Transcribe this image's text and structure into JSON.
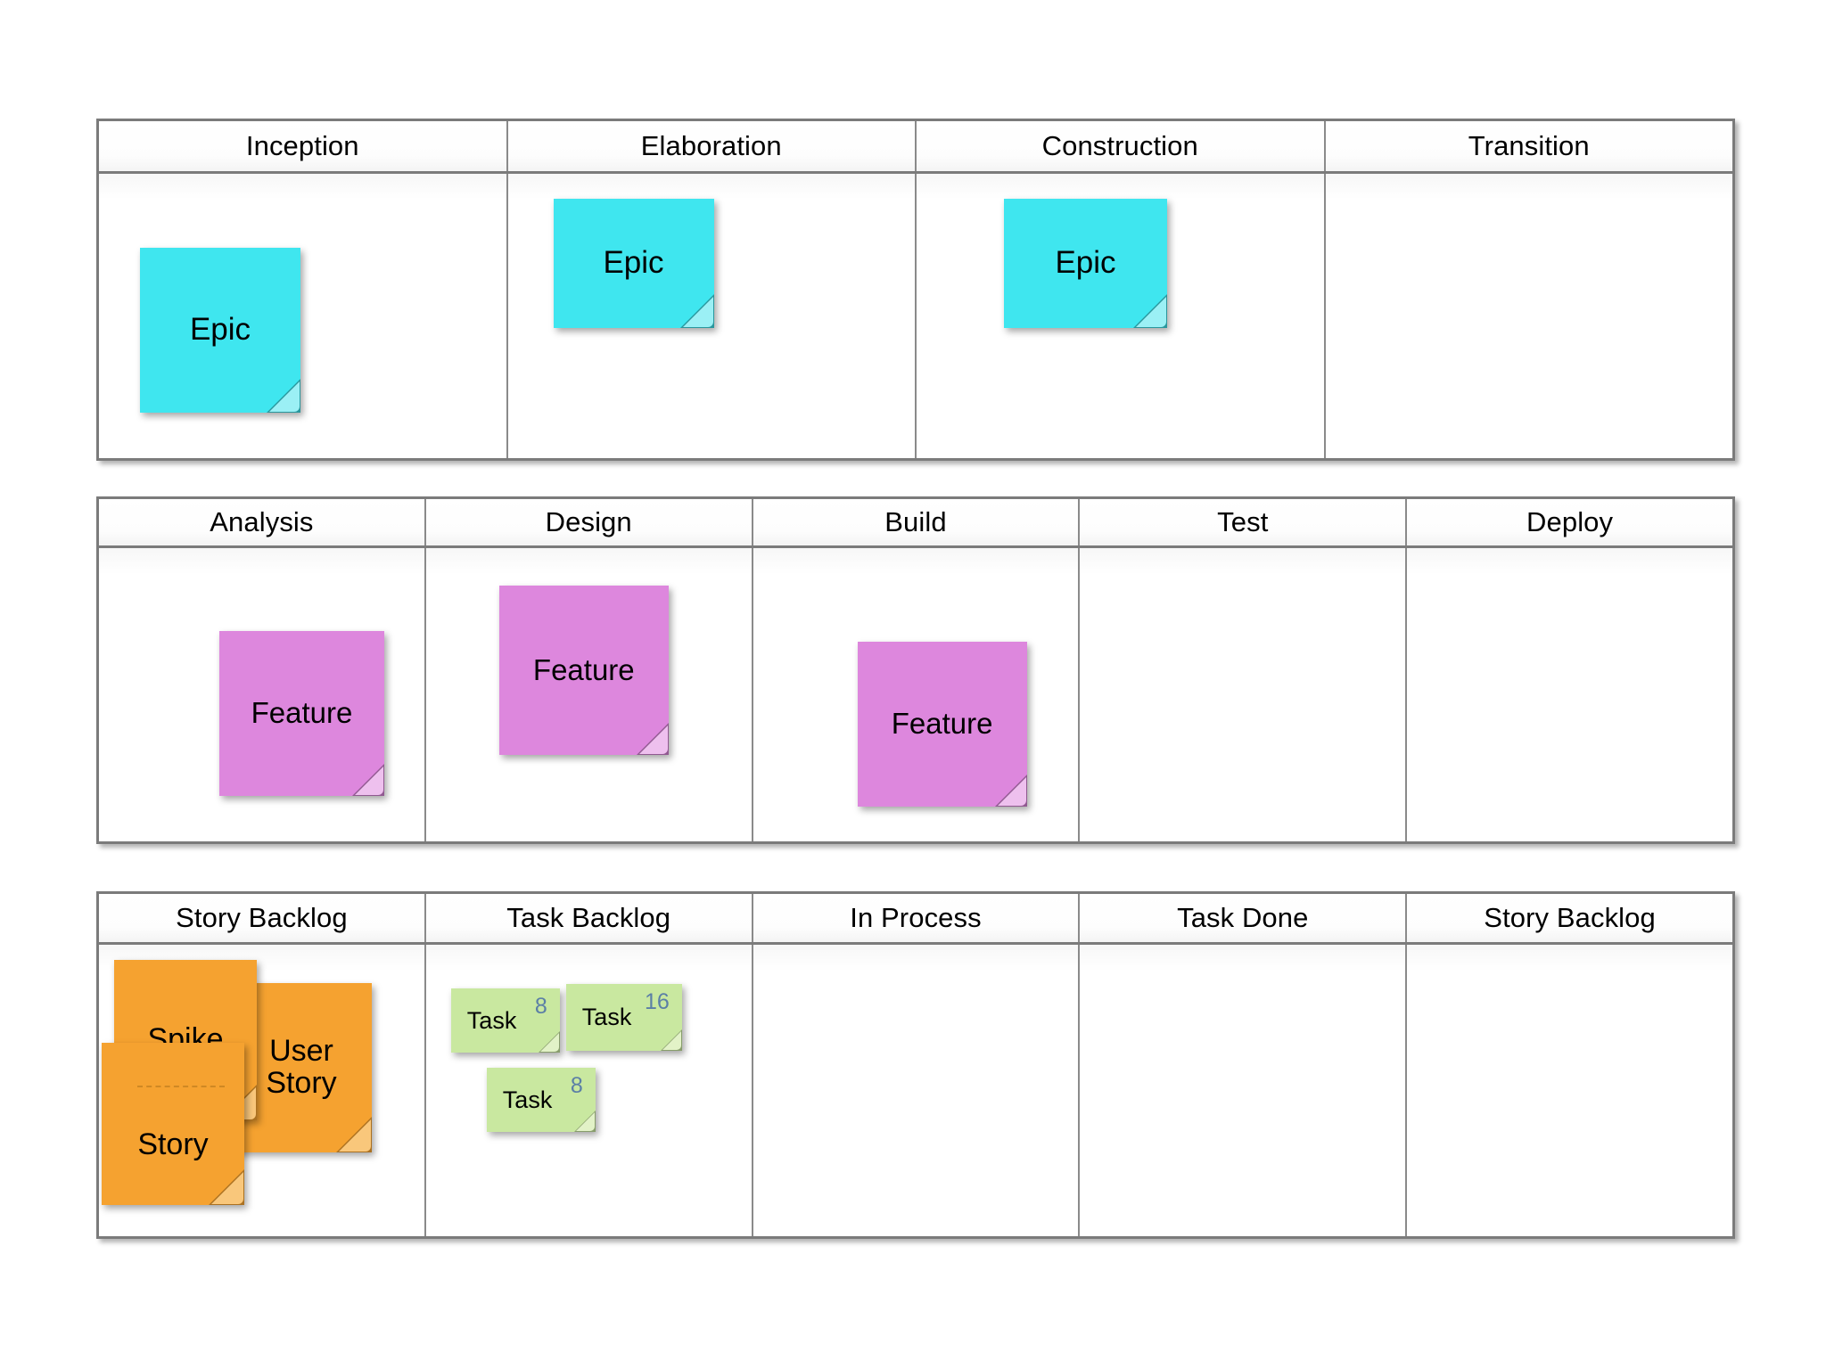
{
  "boards": {
    "phases": {
      "name": "phases-board",
      "columns": [
        {
          "label": "Inception"
        },
        {
          "label": "Elaboration"
        },
        {
          "label": "Construction"
        },
        {
          "label": "Transition"
        }
      ],
      "notes": [
        {
          "text": "Epic",
          "column": "Inception"
        },
        {
          "text": "Epic",
          "column": "Elaboration"
        },
        {
          "text": "Epic",
          "column": "Construction"
        }
      ]
    },
    "disciplines": {
      "name": "disciplines-board",
      "columns": [
        {
          "label": "Analysis"
        },
        {
          "label": "Design"
        },
        {
          "label": "Build"
        },
        {
          "label": "Test"
        },
        {
          "label": "Deploy"
        }
      ],
      "notes": [
        {
          "text": "Feature",
          "column": "Analysis"
        },
        {
          "text": "Feature",
          "column": "Design"
        },
        {
          "text": "Feature",
          "column": "Build"
        }
      ]
    },
    "workflow": {
      "name": "workflow-board",
      "columns": [
        {
          "label": "Story Backlog"
        },
        {
          "label": "Task Backlog"
        },
        {
          "label": "In Process"
        },
        {
          "label": "Task Done"
        },
        {
          "label": "Story Backlog"
        }
      ],
      "story_notes": [
        {
          "text": "Spike"
        },
        {
          "text": "User Story"
        },
        {
          "text": "Story"
        }
      ],
      "task_notes": [
        {
          "text": "Task",
          "points": "8"
        },
        {
          "text": "Task",
          "points": "16"
        },
        {
          "text": "Task",
          "points": "8"
        }
      ]
    }
  },
  "colors": {
    "epic": "#3fe6ef",
    "feature": "#dd87dd",
    "story": "#f5a230",
    "task": "#c9e8a0",
    "task_points": "#5b7fa6",
    "frame": "#7b7b7b",
    "divider": "#8a8a8a",
    "background": "#ffffff"
  }
}
